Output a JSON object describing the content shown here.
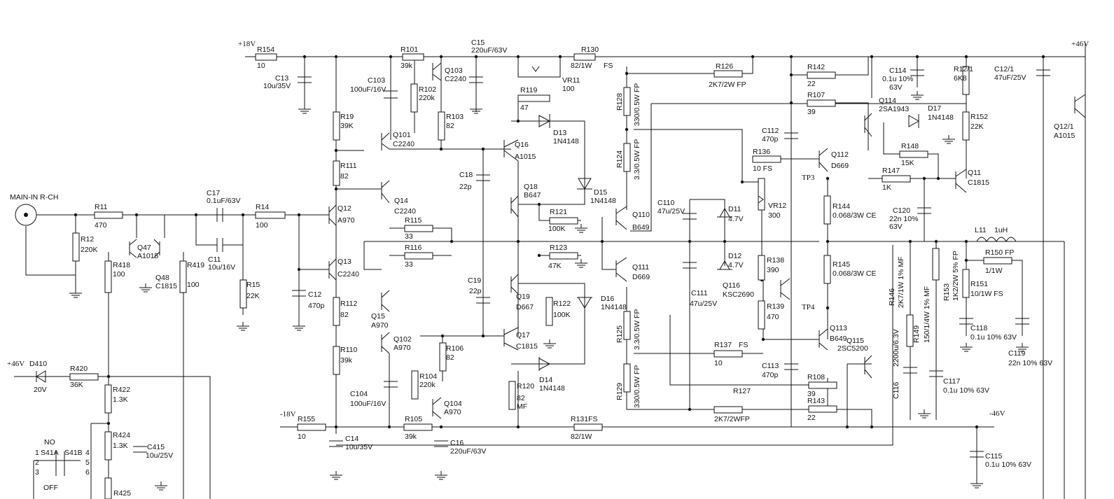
{
  "rails": {
    "p18": "+18V",
    "n18": "-18V",
    "p46_top": "+46V",
    "p46_left": "+46V",
    "n46": "-46V"
  },
  "input": {
    "label": "MAIN-IN R-CH"
  },
  "switch": {
    "no": "NO",
    "off": "OFF",
    "s41a": "S41A",
    "s41b": "S41B",
    "pins": [
      "1",
      "2",
      "3",
      "4",
      "5",
      "6"
    ]
  },
  "test_points": {
    "tp3": "TP3",
    "tp4": "TP4"
  },
  "labels": {
    "R154": "R154",
    "R154v": "10",
    "C13": "C13",
    "C13v": "10u/35V",
    "R101": "R101",
    "R101v": "39k",
    "C15": "C15",
    "C15v": "220uF/63V",
    "R130": "R130",
    "R130v": "82/1W",
    "R130fs": "FS",
    "C103": "C103",
    "C103v": "100uF/16V",
    "R102": "R102",
    "R102v": "220k",
    "Q103": "Q103",
    "Q103v": "C2240",
    "R103": "R103",
    "R103v": "82",
    "VR11": "VR11",
    "VR11v": "100",
    "R119": "R119",
    "R119v": "47",
    "R19": "R19",
    "R19v": "39K",
    "Q101": "Q101",
    "Q101v": "C2240",
    "Q16": "Q16",
    "Q16v": "A1015",
    "D13": "D13",
    "D13v": "1N4148",
    "R111": "R111",
    "R111v": "82",
    "C18": "C18",
    "C18v": "22p",
    "Q18": "Q18",
    "Q18v": "B647",
    "D15": "D15",
    "D15v": "1N4148",
    "Q14": "Q14",
    "Q14v": "C2240",
    "R121": "R121",
    "R121v": "100K",
    "R11": "R11",
    "R11v": "470",
    "C17": "C17",
    "C17v": "0.1uF/63V",
    "R14": "R14",
    "R14v": "100",
    "Q12": "Q12",
    "Q12v": "A970",
    "R115": "R115",
    "R115v": "33",
    "R116": "R116",
    "R116v": "33",
    "R12": "R12",
    "R12v": "220K",
    "Q47": "Q47",
    "Q47v": "A1015",
    "R418": "R418",
    "R418v": "100",
    "Q48": "Q48",
    "Q48v": "C1815",
    "R419": "R419",
    "R419v": "100",
    "C11": "C11",
    "C11v": "10u/16V",
    "Q13": "Q13",
    "Q13v": "C2240",
    "R123": "R123",
    "R123v": "47K",
    "R15": "R15",
    "R15v": "22K",
    "C12": "C12",
    "C12v": "470p",
    "R112": "R112",
    "R112v": "82",
    "Q15": "Q15",
    "Q15v": "A970",
    "C19": "C19",
    "C19v": "22p",
    "Q19": "Q19",
    "Q19v": "D667",
    "R122": "R122",
    "R122v": "100K",
    "D16": "D16",
    "D16v": "1N4148",
    "R110": "R110",
    "R110v": "39k",
    "Q102": "Q102",
    "Q102v": "A970",
    "R106": "R106",
    "R106v": "82",
    "Q17": "Q17",
    "Q17v": "C1815",
    "D14": "D14",
    "D14v": "1N4148",
    "D410": "D410",
    "D410v": "20V",
    "R420": "R420",
    "R420v": "36K",
    "R422": "R422",
    "R422v": "1.3K",
    "R104": "R104",
    "R104v": "220k",
    "C104": "C104",
    "C104v": "100uF/16V",
    "Q104": "Q104",
    "Q104v": "A970",
    "R120": "R120",
    "R120v": "82",
    "R120mf": "MF",
    "R424": "R424",
    "R424v": "1.3K",
    "C415": "C415",
    "C415v": "10u/25V",
    "R155": "R155",
    "R155v": "10",
    "R105": "R105",
    "R105v": "39k",
    "C14": "C14",
    "C14v": "10u/35V",
    "C16": "C16",
    "C16v": "220uF/63V",
    "R131": "R131FS",
    "R131v": "82/1W",
    "R425": "R425",
    "R128": "R128",
    "R128v": "330/0.5W FP",
    "R124": "R124",
    "R124v": "3.3/0.5W FP",
    "R126": "R126",
    "R126v": "2K7/2W FP",
    "Q110": "Q110",
    "Q110v": "B649",
    "Q111": "Q111",
    "Q111v": "D669",
    "R125": "R125",
    "R125v": "3.3/0.5W FP",
    "R129": "R129",
    "R129v": "330/0.5W FP",
    "R137": "R137",
    "R137fs": "FS",
    "R137v": "10",
    "R127": "R127",
    "R127v": "2K7/2WFP",
    "C110": "C110",
    "C110v": "47u/25V",
    "C111": "C111",
    "C111v": "47u/25V",
    "D11": "D11",
    "D11v": "4.7V",
    "D12": "D12",
    "D12v": "4.7V",
    "VR12": "VR12",
    "VR12v": "300",
    "R136": "R136",
    "R136v": "10 FS",
    "R138": "R138",
    "R138v": "390",
    "Q116": "Q116",
    "Q116v": "KSC2690",
    "R139": "R139",
    "R139v": "470",
    "C112": "C112",
    "C112v": "470p",
    "C113": "C113",
    "C113v": "470p",
    "R142": "R142",
    "R142v": "22",
    "R107": "R107",
    "R107v": "39",
    "Q112": "Q112",
    "Q112v": "D669",
    "R144": "R144",
    "R144v": "0.068/3W  CE",
    "R145": "R145",
    "R145v": "0.068/3W  CE",
    "Q113": "Q113",
    "Q113v": "B649",
    "Q115": "Q115",
    "Q115v": "2SC5200",
    "R108": "R108",
    "R108v": "39",
    "R143": "R143",
    "R143v": "22",
    "C114": "C114",
    "C114v": "0.1u 10%",
    "C114v2": "63V",
    "Q114": "Q114",
    "Q114v": "2SA1943",
    "D17": "D17",
    "D17v": "1N4148",
    "R148": "R148",
    "R148v": "15K",
    "R147": "R147",
    "R147v": "1K",
    "C120": "C120",
    "C120v": "22n 10%",
    "C120v2": "63V",
    "R12_1": "R12/1",
    "R12_1v": "6K8",
    "R152": "R152",
    "R152v": "22K",
    "C12_1": "C12/1",
    "C12_1v": "47uF/25V",
    "Q11": "Q11",
    "Q11v": "C1815",
    "Q12_1": "Q12/1",
    "Q12_1v": "A1015",
    "L11": "L11",
    "L11v": "1uH",
    "R150": "R150",
    "R150fp": "FP",
    "R150v": "1/1W",
    "R151": "R151",
    "R151v": "10/1W FS",
    "R146": "R146",
    "R146v": "2K7/1W 1% MF",
    "R149": "R149",
    "R149v": "150/1/4W 1% MF",
    "R153": "R153",
    "R153v": "1K2/2W 5% FP",
    "C116": "C116",
    "C116v": "2200u/6.3V",
    "C117": "C117",
    "C117v": "0.1u 10% 63V",
    "C118": "C118",
    "C118v": "0.1u 10% 63V",
    "C119": "C119",
    "C119v": "22n 10% 63V",
    "C115": "C115",
    "C115v": "0.1u 10% 63V"
  }
}
